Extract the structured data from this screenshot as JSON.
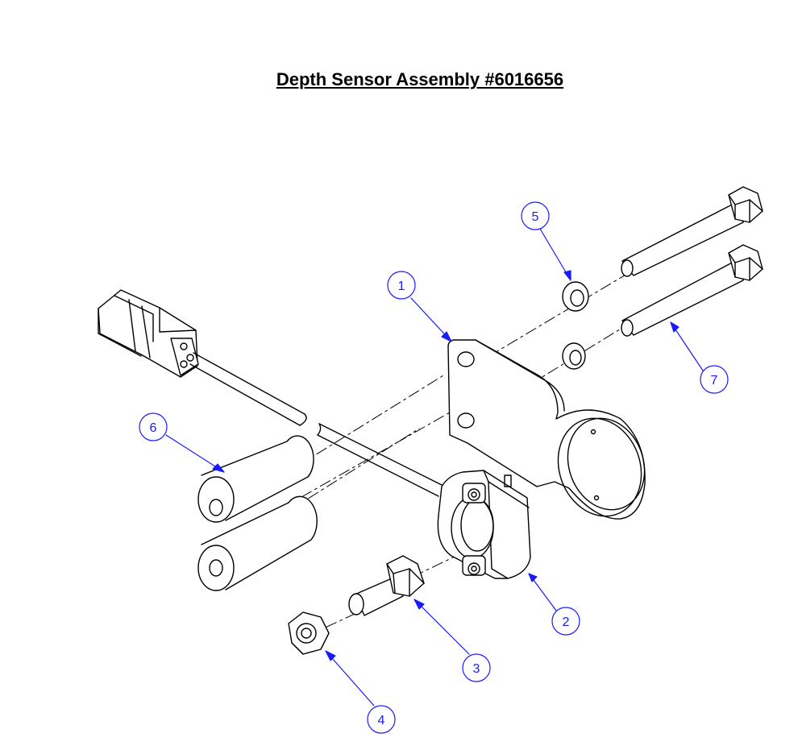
{
  "title": "Depth Sensor Assembly #6016656",
  "colors": {
    "balloon": "#1a1aff",
    "line": "#000000",
    "background": "#ffffff"
  },
  "callouts": [
    {
      "label": "1",
      "part": "mounting-bracket"
    },
    {
      "label": "2",
      "part": "sensor-housing"
    },
    {
      "label": "3",
      "part": "short-bolt"
    },
    {
      "label": "4",
      "part": "hex-nut"
    },
    {
      "label": "5",
      "part": "washer"
    },
    {
      "label": "6",
      "part": "spacer"
    },
    {
      "label": "7",
      "part": "long-bolt"
    }
  ]
}
